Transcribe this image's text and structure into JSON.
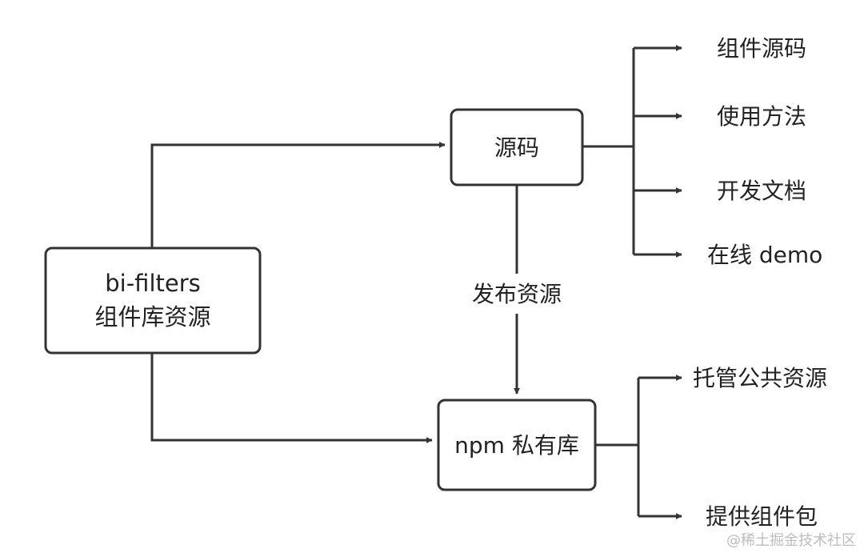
{
  "nodes": {
    "root_line1": "bi-filters",
    "root_line2": "组件库资源",
    "source": "源码",
    "npm": "npm 私有库"
  },
  "edge_label": "发布资源",
  "source_outputs": [
    "组件源码",
    "使用方法",
    "开发文档",
    "在线 demo"
  ],
  "npm_outputs": [
    "托管公共资源",
    "提供组件包"
  ],
  "watermark": "@稀土掘金技术社区",
  "colors": {
    "stroke": "#333333",
    "text": "#222222",
    "watermark": "#bdbdbd"
  }
}
